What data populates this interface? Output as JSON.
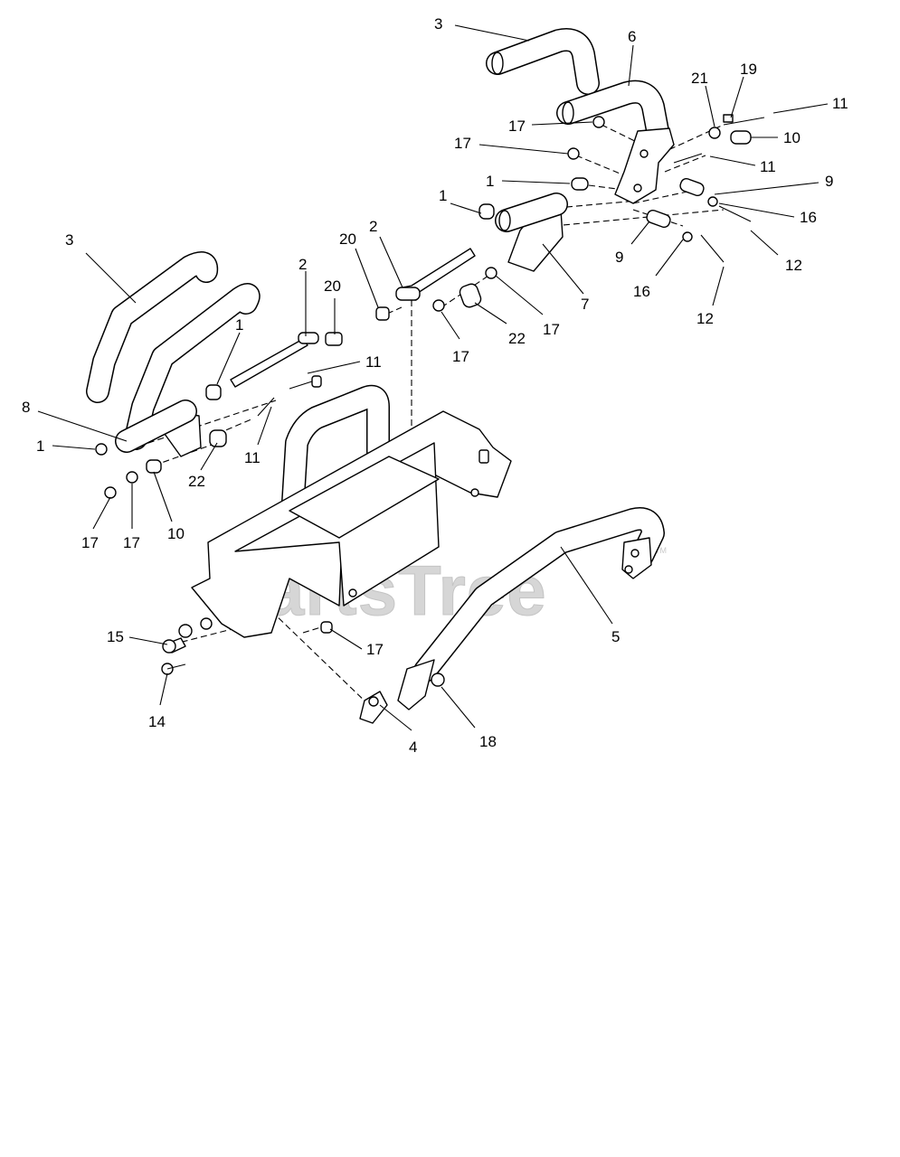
{
  "watermark": {
    "text": "PartsTree",
    "trademark": "TM"
  },
  "callouts": [
    {
      "id": "c1",
      "text": "3"
    },
    {
      "id": "c2",
      "text": "6"
    },
    {
      "id": "c3",
      "text": "21"
    },
    {
      "id": "c4",
      "text": "19"
    },
    {
      "id": "c5",
      "text": "11"
    },
    {
      "id": "c6",
      "text": "17"
    },
    {
      "id": "c7",
      "text": "10"
    },
    {
      "id": "c8",
      "text": "17"
    },
    {
      "id": "c9",
      "text": "11"
    },
    {
      "id": "c10",
      "text": "1"
    },
    {
      "id": "c11",
      "text": "9"
    },
    {
      "id": "c12",
      "text": "1"
    },
    {
      "id": "c13",
      "text": "16"
    },
    {
      "id": "c14",
      "text": "3"
    },
    {
      "id": "c15",
      "text": "20"
    },
    {
      "id": "c16",
      "text": "2"
    },
    {
      "id": "c17",
      "text": "9"
    },
    {
      "id": "c18",
      "text": "12"
    },
    {
      "id": "c19",
      "text": "2"
    },
    {
      "id": "c20",
      "text": "7"
    },
    {
      "id": "c21",
      "text": "16"
    },
    {
      "id": "c22",
      "text": "20"
    },
    {
      "id": "c23",
      "text": "17"
    },
    {
      "id": "c24",
      "text": "12"
    },
    {
      "id": "c25",
      "text": "22"
    },
    {
      "id": "c26",
      "text": "1"
    },
    {
      "id": "c27",
      "text": "17"
    },
    {
      "id": "c28",
      "text": "11"
    },
    {
      "id": "c29",
      "text": "8"
    },
    {
      "id": "c30",
      "text": "1"
    },
    {
      "id": "c31",
      "text": "11"
    },
    {
      "id": "c32",
      "text": "22"
    },
    {
      "id": "c33",
      "text": "17"
    },
    {
      "id": "c34",
      "text": "17"
    },
    {
      "id": "c35",
      "text": "10"
    },
    {
      "id": "c36",
      "text": "5"
    },
    {
      "id": "c37",
      "text": "15"
    },
    {
      "id": "c38",
      "text": "17"
    },
    {
      "id": "c39",
      "text": "14"
    },
    {
      "id": "c40",
      "text": "4"
    },
    {
      "id": "c41",
      "text": "18"
    }
  ]
}
